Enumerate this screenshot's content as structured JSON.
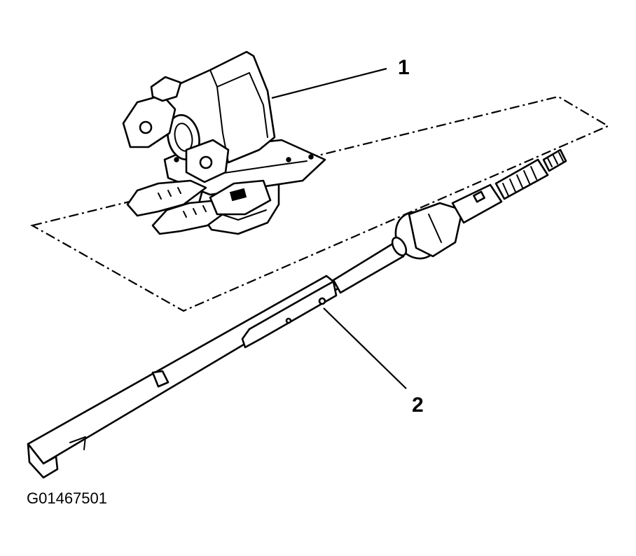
{
  "callouts": [
    {
      "id": "1",
      "label": "1"
    },
    {
      "id": "2",
      "label": "2"
    }
  ],
  "figure_id": "G01467501",
  "colors": {
    "ink": "#000000",
    "background": "#ffffff"
  }
}
